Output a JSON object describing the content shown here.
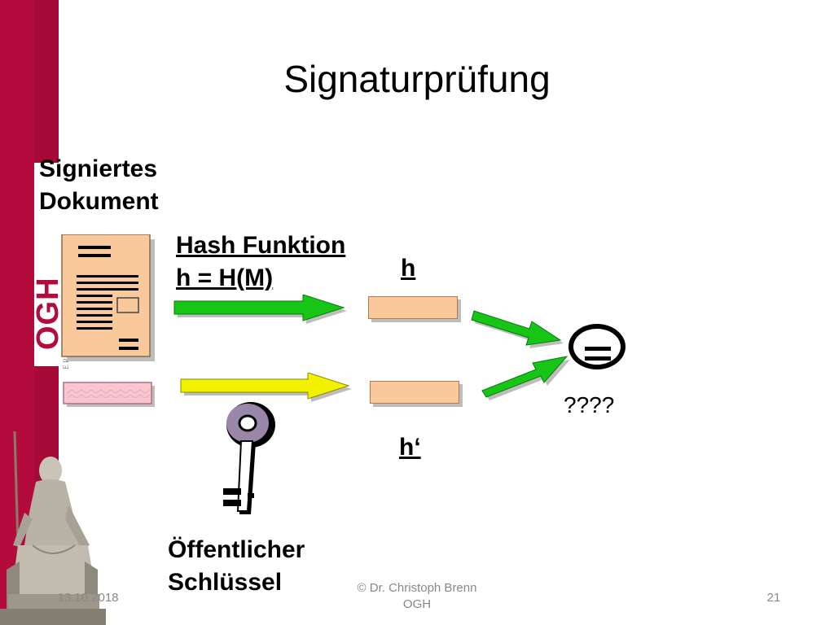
{
  "slide": {
    "title": "Signaturprüfung"
  },
  "labels": {
    "signed_document_line1": "Signiertes",
    "signed_document_line2": "Dokument",
    "hash_function_line1": "Hash Funktion",
    "hash_function_line2": "h = H(M)",
    "h": "h",
    "h_prime": "h‘",
    "question": "????",
    "public_key_line1": "Öffentlicher",
    "public_key_line2": "Schlüssel"
  },
  "branding": {
    "logo_text": "OGH",
    "logo_subtext": "E R"
  },
  "footer": {
    "date": "13.10.2018",
    "copyright_line1": "© Dr. Christoph Brenn",
    "copyright_line2": "OGH",
    "page_number": "21"
  },
  "icons": {
    "document": "document-icon",
    "signature": "signature-strip-icon",
    "key": "key-icon",
    "equals": "equals-icon",
    "statue": "justitia-statue-image"
  },
  "colors": {
    "brand": "#b30c3c",
    "green_arrow": "#16c516",
    "yellow_arrow": "#f2f200",
    "hash_box": "#f9c99c",
    "document_paper": "#f9c99c",
    "signature_strip": "#f7c6cf"
  }
}
